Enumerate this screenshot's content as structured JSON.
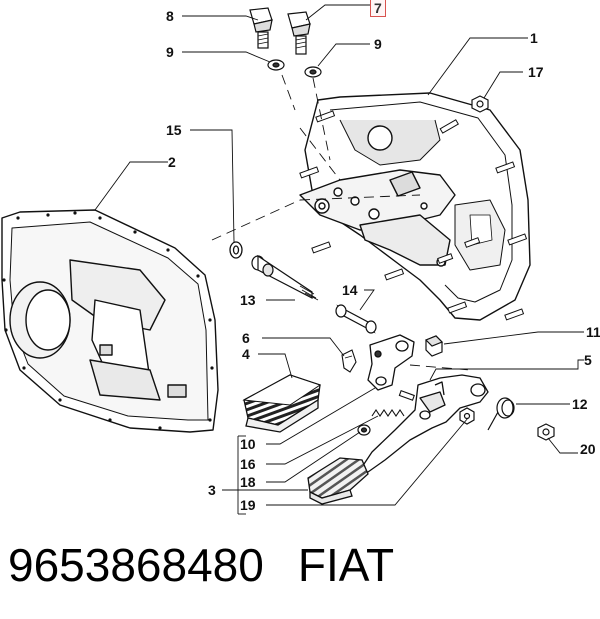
{
  "callouts": {
    "c1": "1",
    "c2": "2",
    "c3": "3",
    "c4": "4",
    "c5": "5",
    "c6": "6",
    "c7": "7",
    "c8": "8",
    "c9a": "9",
    "c9b": "9",
    "c10": "10",
    "c11": "11",
    "c12": "12",
    "c13": "13",
    "c14": "14",
    "c15": "15",
    "c16": "16",
    "c17": "17",
    "c18": "18",
    "c19": "19",
    "c20": "20"
  },
  "footer": {
    "part_number": "9653868480",
    "brand": "FIAT"
  },
  "colors": {
    "ink": "#111111",
    "highlight_box": "#d9534f",
    "shade": "#d8d8d8"
  }
}
